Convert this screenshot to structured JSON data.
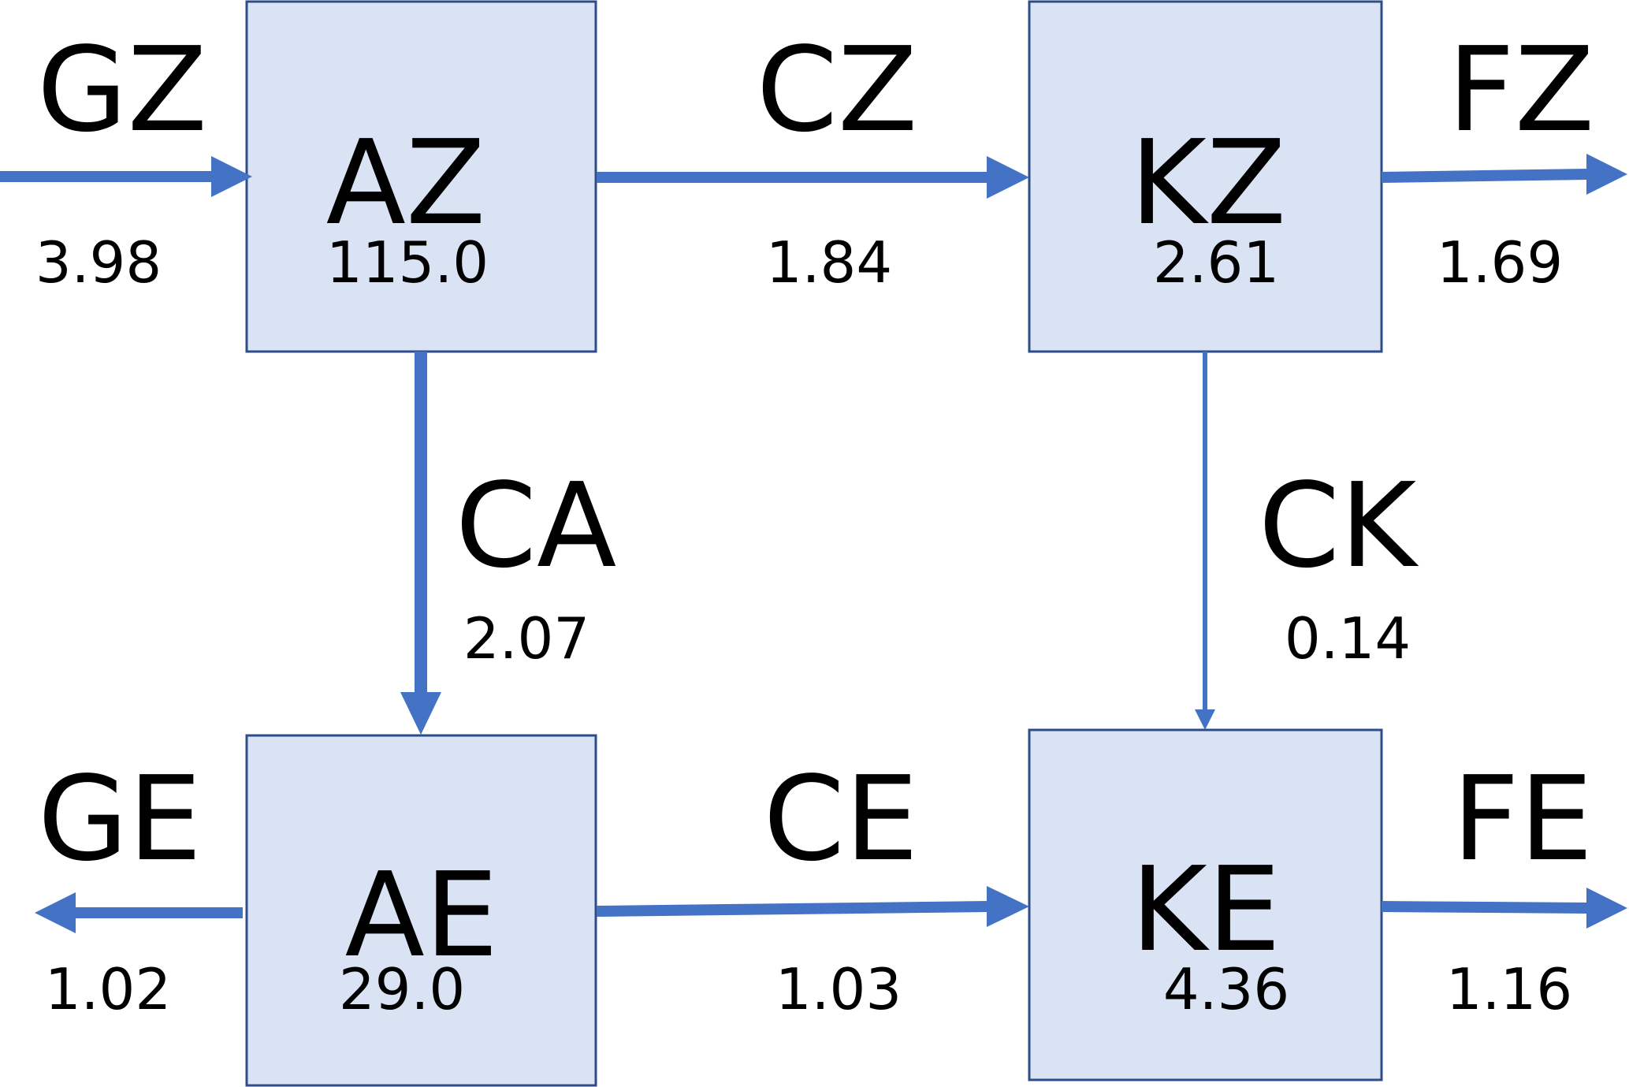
{
  "colors": {
    "box_fill": "#DAE3F3",
    "box_stroke": "#2F4C8A",
    "arrow": "#4472C4",
    "text": "#000000"
  },
  "boxes": {
    "az": {
      "label": "AZ",
      "value": "115.0"
    },
    "kz": {
      "label": "KZ",
      "value": "2.61"
    },
    "ae": {
      "label": "AE",
      "value": "29.0"
    },
    "ke": {
      "label": "KE",
      "value": "4.36"
    }
  },
  "flows": {
    "gz": {
      "label": "GZ",
      "value": "3.98"
    },
    "cz": {
      "label": "CZ",
      "value": "1.84"
    },
    "fz": {
      "label": "FZ",
      "value": "1.69"
    },
    "ca": {
      "label": "CA",
      "value": "2.07"
    },
    "ck": {
      "label": "CK",
      "value": "0.14"
    },
    "ge": {
      "label": "GE",
      "value": "1.02"
    },
    "ce": {
      "label": "CE",
      "value": "1.03"
    },
    "fe": {
      "label": "FE",
      "value": "1.16"
    }
  }
}
